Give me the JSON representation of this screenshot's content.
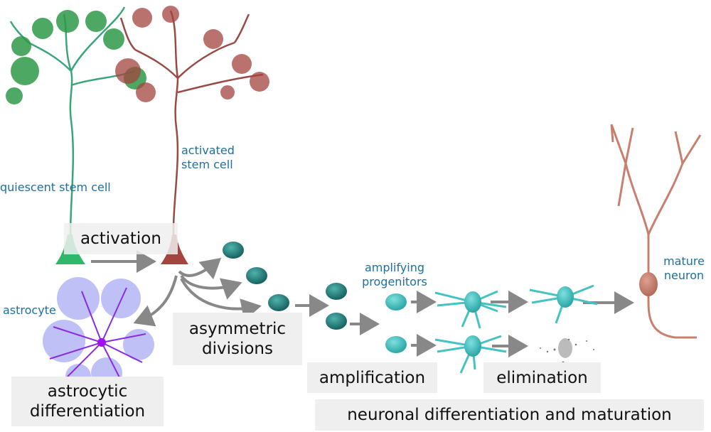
{
  "labels": {
    "quiescent": "quiescent stem cell",
    "activated": "activated stem cell",
    "astrocyte": "astrocyte",
    "amplifying": "amplifying progenitors",
    "mature": "mature neuron"
  },
  "stages": {
    "activation": "activation",
    "asymmetric": "asymmetric divisions",
    "astrocytic": "astrocytic differentiation",
    "amplification": "amplification",
    "elimination": "elimination",
    "neuronal": "neuronal differentiation and maturation"
  },
  "colors": {
    "label_text": "#1f6f9f",
    "box_bg": "#efefef",
    "arrow": "#888888",
    "quiescent_cell": "#2fb86a",
    "activated_cell": "#a4443e",
    "progenitor_dark": "#2a8a88",
    "progenitor_light": "#45c2c2",
    "astrocyte": "#8a2be2",
    "mature_neuron": "#c97f6e"
  }
}
